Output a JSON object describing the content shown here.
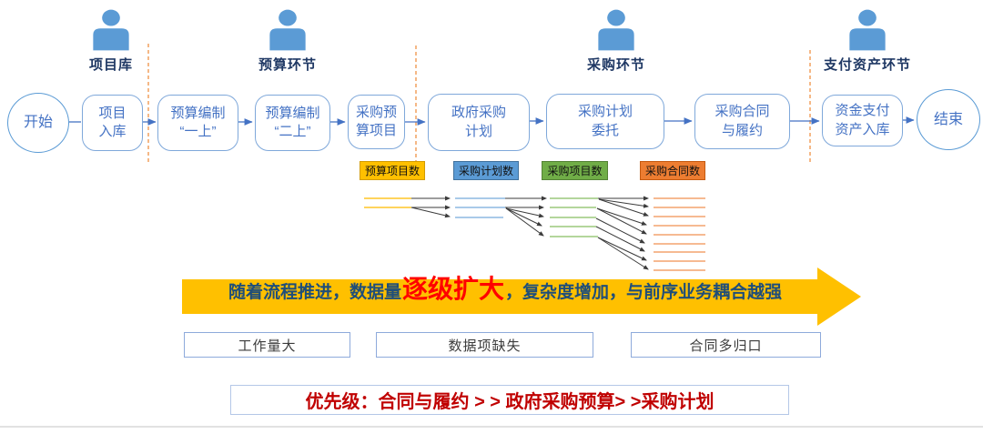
{
  "lanes": [
    {
      "label": "项目库"
    },
    {
      "label": "预算环节"
    },
    {
      "label": "采购环节"
    },
    {
      "label": "支付资产环节"
    }
  ],
  "flow": {
    "start_label": "开始",
    "end_label": "结束",
    "nodes": [
      {
        "label": "项目\n入库"
      },
      {
        "label": "预算编制\n“一上”"
      },
      {
        "label": "预算编制\n“二上”"
      },
      {
        "label": "采购预\n算项目"
      },
      {
        "label": "政府采购\n计划"
      },
      {
        "label": "采购计划\n委托"
      },
      {
        "label": "采购合同\n与履约"
      },
      {
        "label": "资金支付\n资产入库"
      }
    ]
  },
  "tags": [
    {
      "label": "预算项目数",
      "color": "#FFC000"
    },
    {
      "label": "采购计划数",
      "color": "#5B9BD5"
    },
    {
      "label": "采购项目数",
      "color": "#70AD47"
    },
    {
      "label": "采购合同数",
      "color": "#ED7D31"
    }
  ],
  "fan_levels": {
    "预算项目数": 2,
    "采购计划数": 3,
    "采购项目数": 5,
    "采购合同数": 9
  },
  "banner": {
    "pre": "随着流程推进，数据量",
    "highlight": "逐级扩大",
    "post": "，复杂度增加，与前序业务耦合越强"
  },
  "issues": [
    {
      "label": "工作量大"
    },
    {
      "label": "数据项缺失"
    },
    {
      "label": "合同多归口"
    }
  ],
  "priority": {
    "text": "优先级：合同与履约 > > 政府采购预算> >采购计划"
  },
  "colors": {
    "person_icon": "#5B9BD5",
    "node_border": "#7FA8DA",
    "node_text": "#4472C4",
    "lane_divider": "#F2A05E",
    "banner_arrow": "#FFC000",
    "banner_text": "#1F4E79",
    "banner_highlight": "#FF0000",
    "priority_text": "#C00000"
  }
}
